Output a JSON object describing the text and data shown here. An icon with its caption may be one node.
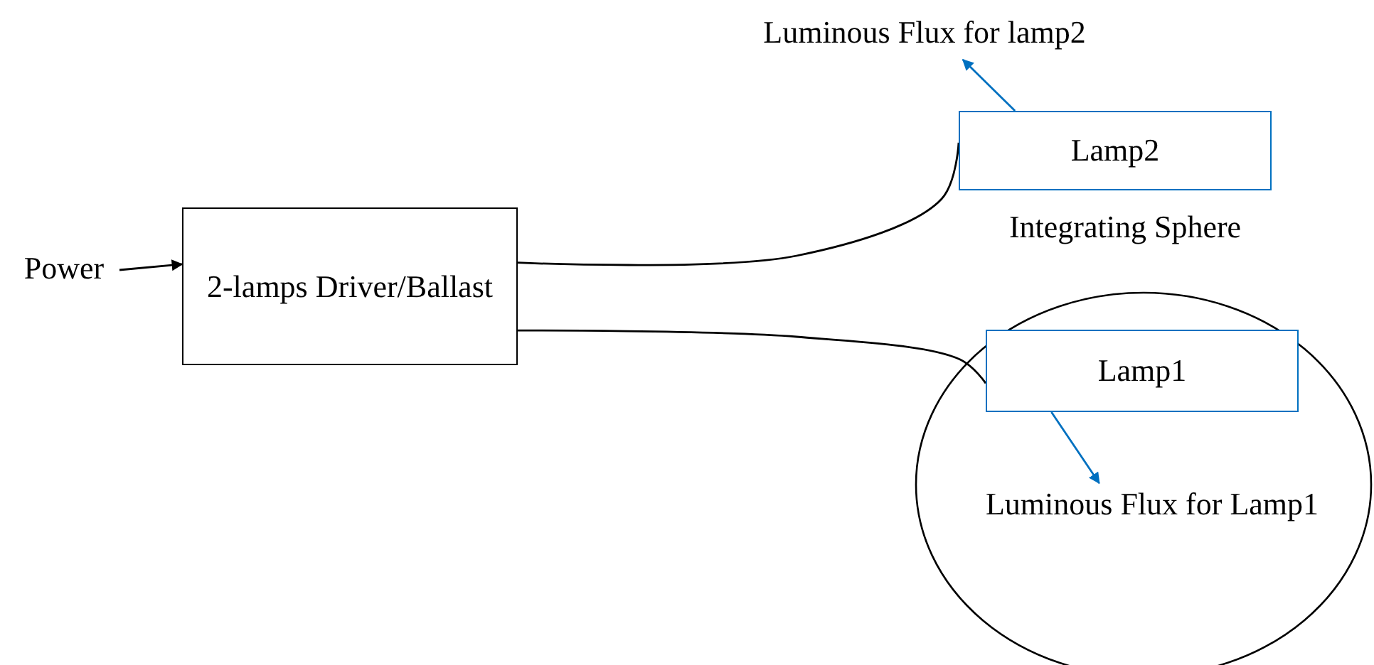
{
  "diagram": {
    "nodes": [
      {
        "text": [
          "Power"
        ]
      },
      {
        "text": [
          "2-lamps Driver/Ballast"
        ]
      },
      {
        "text": [
          "Luminous Flux for lamp2"
        ]
      },
      {
        "text": [
          "Lamp2"
        ]
      },
      {
        "text": [
          "Integrating Sphere"
        ]
      },
      {
        "text": [
          "Lamp1"
        ],
        "in": 4
      },
      {
        "text": [
          "Luminous Flux for Lamp1"
        ],
        "in": 4
      }
    ],
    "edges": [
      {
        "from": 0,
        "to": 1,
        "arrow": "to"
      },
      {
        "from": 1,
        "to": 3,
        "arrow": "none"
      },
      {
        "from": 1,
        "to": 5,
        "arrow": "none"
      },
      {
        "from": 3,
        "to": 2,
        "arrow": "to",
        "color": "#0070c0"
      },
      {
        "from": 5,
        "to": 6,
        "arrow": "to",
        "color": "#0070c0"
      }
    ]
  }
}
